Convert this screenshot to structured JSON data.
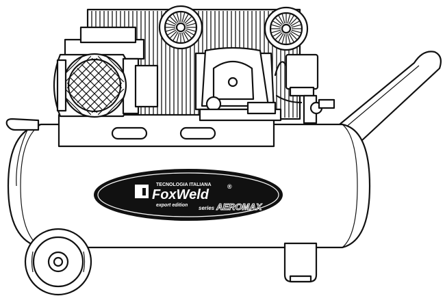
{
  "label": {
    "tagline": "TECNOLOGIA ITALIANA",
    "brand": "FoxWeld",
    "registered": "®",
    "edition": "export edition",
    "series_prefix": "series",
    "series_name": "AEROMAX"
  }
}
